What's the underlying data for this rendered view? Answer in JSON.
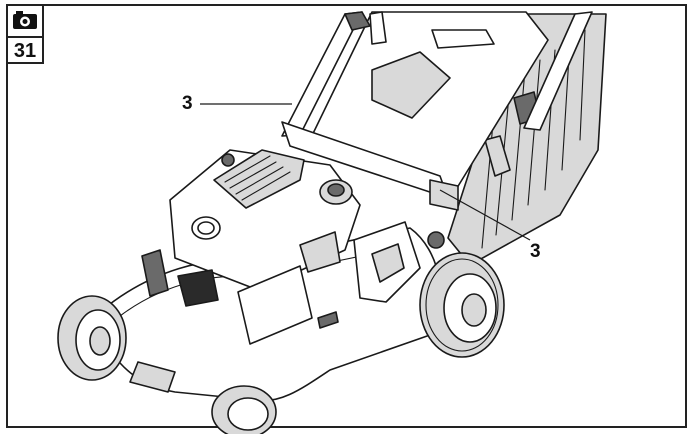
{
  "figure": {
    "number": "31",
    "badge_icon": "camera-icon"
  },
  "callouts": [
    {
      "label": "3"
    },
    {
      "label": "3"
    }
  ],
  "colors": {
    "line": "#1a1a1a",
    "shade_light": "#d9d9d9",
    "shade_dark": "#6a6a6a"
  }
}
